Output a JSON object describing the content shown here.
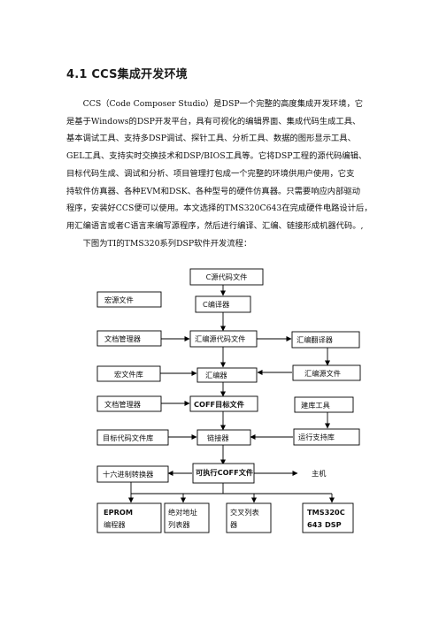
{
  "heading": "4.1 CCS集成开发环境",
  "paragraph": {
    "lines": [
      "CCS（Code Composer Studio）是DSP一个完整的高度集成开发环境，它",
      "是基于Windows的DSP开发平台，具有可视化的编辑界面、集成代码生成工具、",
      "基本调试工具、支持多DSP调试、探针工具、分析工具、数据的图形显示工具、",
      "GEL工具、支持实时交换技术和DSP/BIOS工具等。它将DSP工程的源代码编辑、",
      "目标代码生成、调试和分析、项目管理打包成一个完整的环境供用户使用，它支",
      "持软件仿真器、各种EVM和DSK、各种型号的硬件仿真器。只需要响应内部驱动",
      "程序，安装好CCS便可以使用。本文选择的TMS320C643在完成硬件电路设计后，",
      "用汇编语言或者C语言来编写源程序，然后进行编译、汇编、链接形成机器代码。,"
    ],
    "caption_line": "下图为TI的TMS320系列DSP软件开发流程："
  },
  "flowchart": {
    "c_source": "C源代码文件",
    "macro_source": "宏源文件",
    "c_compiler": "C编译器",
    "archiver_1": "文档管理器",
    "asm_source": "汇编源代码文件",
    "asm_translator": "汇编翻译器",
    "macro_library": "宏文件库",
    "assembler": "汇编器",
    "asm_source_file": "汇编源文件",
    "archiver_2": "文档管理器",
    "coff_object": "COFF目标文件",
    "library_builder": "建库工具",
    "object_library": "目标代码文件库",
    "linker": "链接器",
    "runtime_library": "运行支持库",
    "hex_converter": "十六进制转换器",
    "executable_coff": "可执行COFF文件",
    "host": "主机",
    "eprom_line1": "EPROM",
    "eprom_line2": "编程器",
    "abs_lister_line1": "绝对地址",
    "abs_lister_line2": "列表器",
    "xref_lister_line1": "交叉列表",
    "xref_lister_line2": "器",
    "dsp_line1": "TMS320C",
    "dsp_line2": "643 DSP"
  }
}
